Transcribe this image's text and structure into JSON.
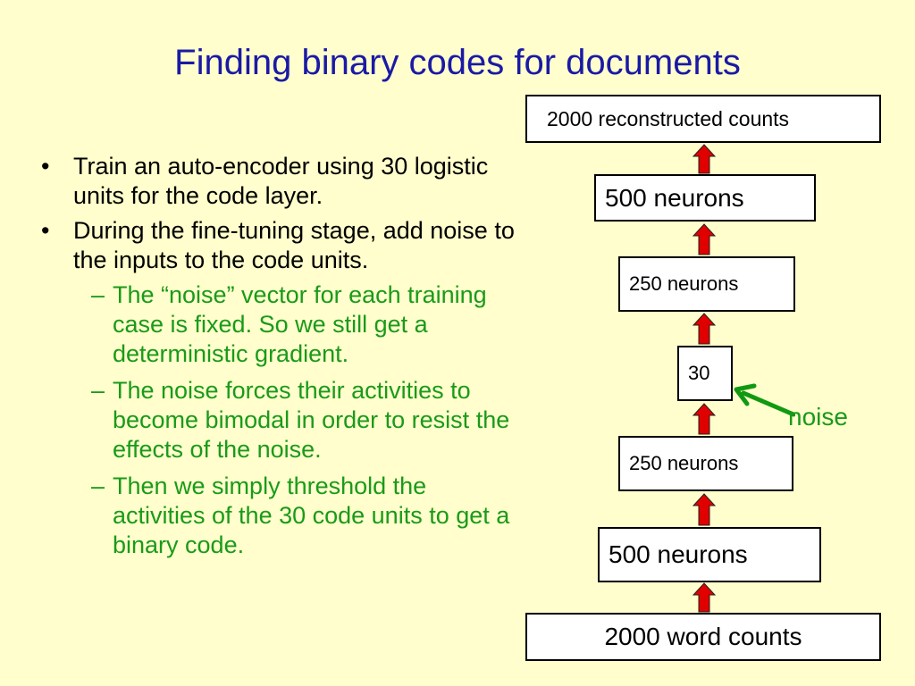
{
  "title": "Finding binary codes for documents",
  "bullets": [
    {
      "text": "Train an auto-encoder using 30 logistic units for the code layer.",
      "subs": []
    },
    {
      "text": "During the fine-tuning stage, add noise to the inputs to the code units.",
      "subs": [
        "The “noise” vector for each training case is fixed. So we still get a deterministic gradient.",
        "The noise forces their activities  to become bimodal in order to resist the effects of the noise.",
        "Then we simply threshold the activities of the 30 code units to get a binary code."
      ]
    }
  ],
  "bullet_symbol": "•",
  "sub_symbol": "–",
  "diagram": {
    "layers": {
      "reconstructed": "2000  reconstructed counts",
      "top500": "500 neurons",
      "top250": "250 neurons",
      "code": "30",
      "bottom250": "250 neurons",
      "bottom500": "500 neurons",
      "input": "2000  word counts"
    },
    "noise_label": "noise",
    "colors": {
      "arrow_fill": "#e00000",
      "noise_arrow": "#119911",
      "title": "#1a1aa6",
      "sub_text": "#1a9a1a"
    }
  }
}
